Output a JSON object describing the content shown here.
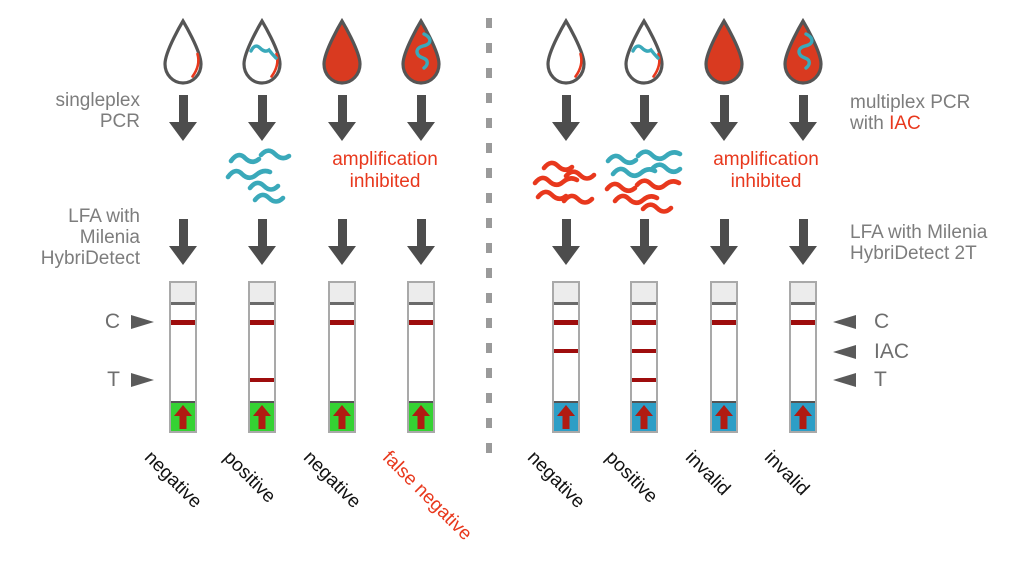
{
  "palette": {
    "red": "#e8381d",
    "droplet_red": "#d93a20",
    "teal": "#3aa9ba",
    "dark_red_line": "#9e0d0d",
    "pad_arrow_red": "#b11b12",
    "green_pad": "#35d233",
    "blue_pad": "#2d9ec6",
    "gray_text": "#7d7d7d",
    "arrow_gray": "#4d4d4d"
  },
  "left": {
    "pcr_label_line1": "singleplex",
    "pcr_label_line2": "PCR",
    "lfa_label_line1": "LFA with",
    "lfa_label_line2": "Milenia",
    "lfa_label_line3": "HybriDetect",
    "amplification_line1": "amplification",
    "amplification_line2": "inhibited",
    "markers": [
      {
        "label": "C"
      },
      {
        "label": "T"
      }
    ],
    "columns": [
      {
        "droplet": "clear",
        "amplicons": "none",
        "strip_lines": [
          "C"
        ],
        "pad": "green",
        "result": "negative",
        "result_color": "black"
      },
      {
        "droplet": "clear-target",
        "amplicons": "teal",
        "strip_lines": [
          "C",
          "T"
        ],
        "pad": "green",
        "result": "positive",
        "result_color": "black"
      },
      {
        "droplet": "blood",
        "amplicons": "none",
        "strip_lines": [
          "C"
        ],
        "pad": "green",
        "result": "negative",
        "result_color": "black"
      },
      {
        "droplet": "blood-target",
        "amplicons": "none",
        "strip_lines": [
          "C"
        ],
        "pad": "green",
        "result": "false negative",
        "result_color": "red"
      }
    ]
  },
  "right": {
    "pcr_label_line1": "multiplex PCR",
    "pcr_label_line2_prefix": "with ",
    "pcr_label_line2_highlight": "IAC",
    "lfa_label_line1": "LFA with Milenia",
    "lfa_label_line2": "HybriDetect 2T",
    "amplification_line1": "amplification",
    "amplification_line2": "inhibited",
    "markers": [
      {
        "label": "C"
      },
      {
        "label": "IAC"
      },
      {
        "label": "T"
      }
    ],
    "columns": [
      {
        "droplet": "clear",
        "amplicons": "red",
        "strip_lines": [
          "C",
          "IAC"
        ],
        "pad": "blue",
        "result": "negative",
        "result_color": "black"
      },
      {
        "droplet": "clear-target",
        "amplicons": "teal-red",
        "strip_lines": [
          "C",
          "IAC",
          "T"
        ],
        "pad": "blue",
        "result": "positive",
        "result_color": "black"
      },
      {
        "droplet": "blood",
        "amplicons": "none",
        "strip_lines": [
          "C"
        ],
        "pad": "blue",
        "result": "invalid",
        "result_color": "black"
      },
      {
        "droplet": "blood-target",
        "amplicons": "none",
        "strip_lines": [
          "C"
        ],
        "pad": "blue",
        "result": "invalid",
        "result_color": "black"
      }
    ]
  }
}
